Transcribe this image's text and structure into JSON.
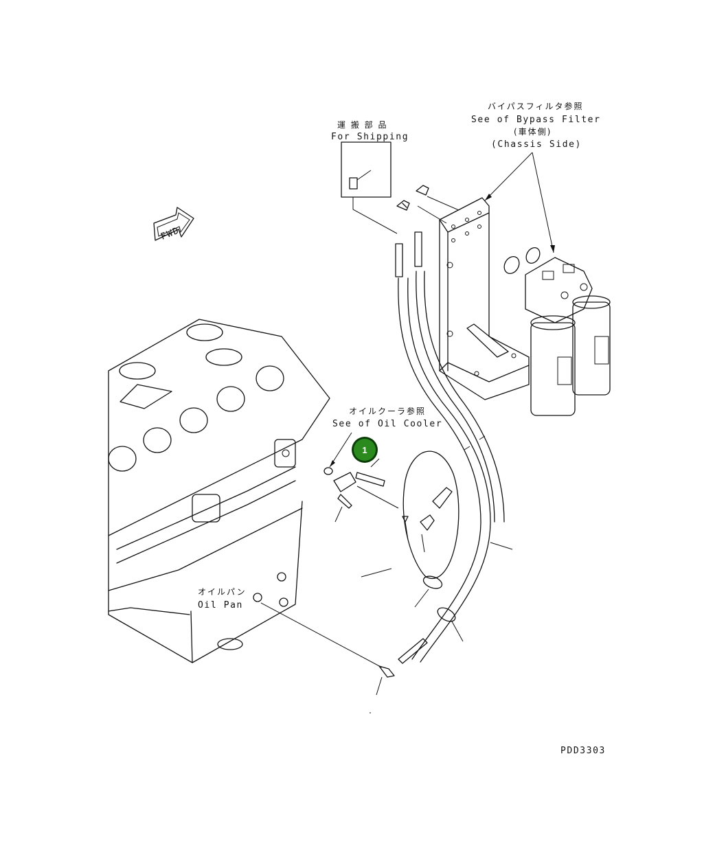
{
  "labels": {
    "shipping_jp": "運 搬 部 品",
    "shipping_en": "For Shipping",
    "bypass_jp": "バイパスフィルタ参照",
    "bypass_en": "See of Bypass Filter",
    "chassis_jp": "(車体側)",
    "chassis_en": "(Chassis Side)",
    "fwd": "FWD",
    "oilcooler_jp": "オイルクーラ参照",
    "oilcooler_en": "See of Oil Cooler",
    "oilpan_jp": "オイルパン",
    "oilpan_en": "Oil Pan",
    "drawing_code": "PDD3303"
  },
  "callouts": [
    {
      "number": "1",
      "color": "#2a8a1e"
    }
  ],
  "colors": {
    "line": "#111111",
    "callout_fill": "#2a8a1e",
    "callout_ring": "#0b3d08"
  }
}
